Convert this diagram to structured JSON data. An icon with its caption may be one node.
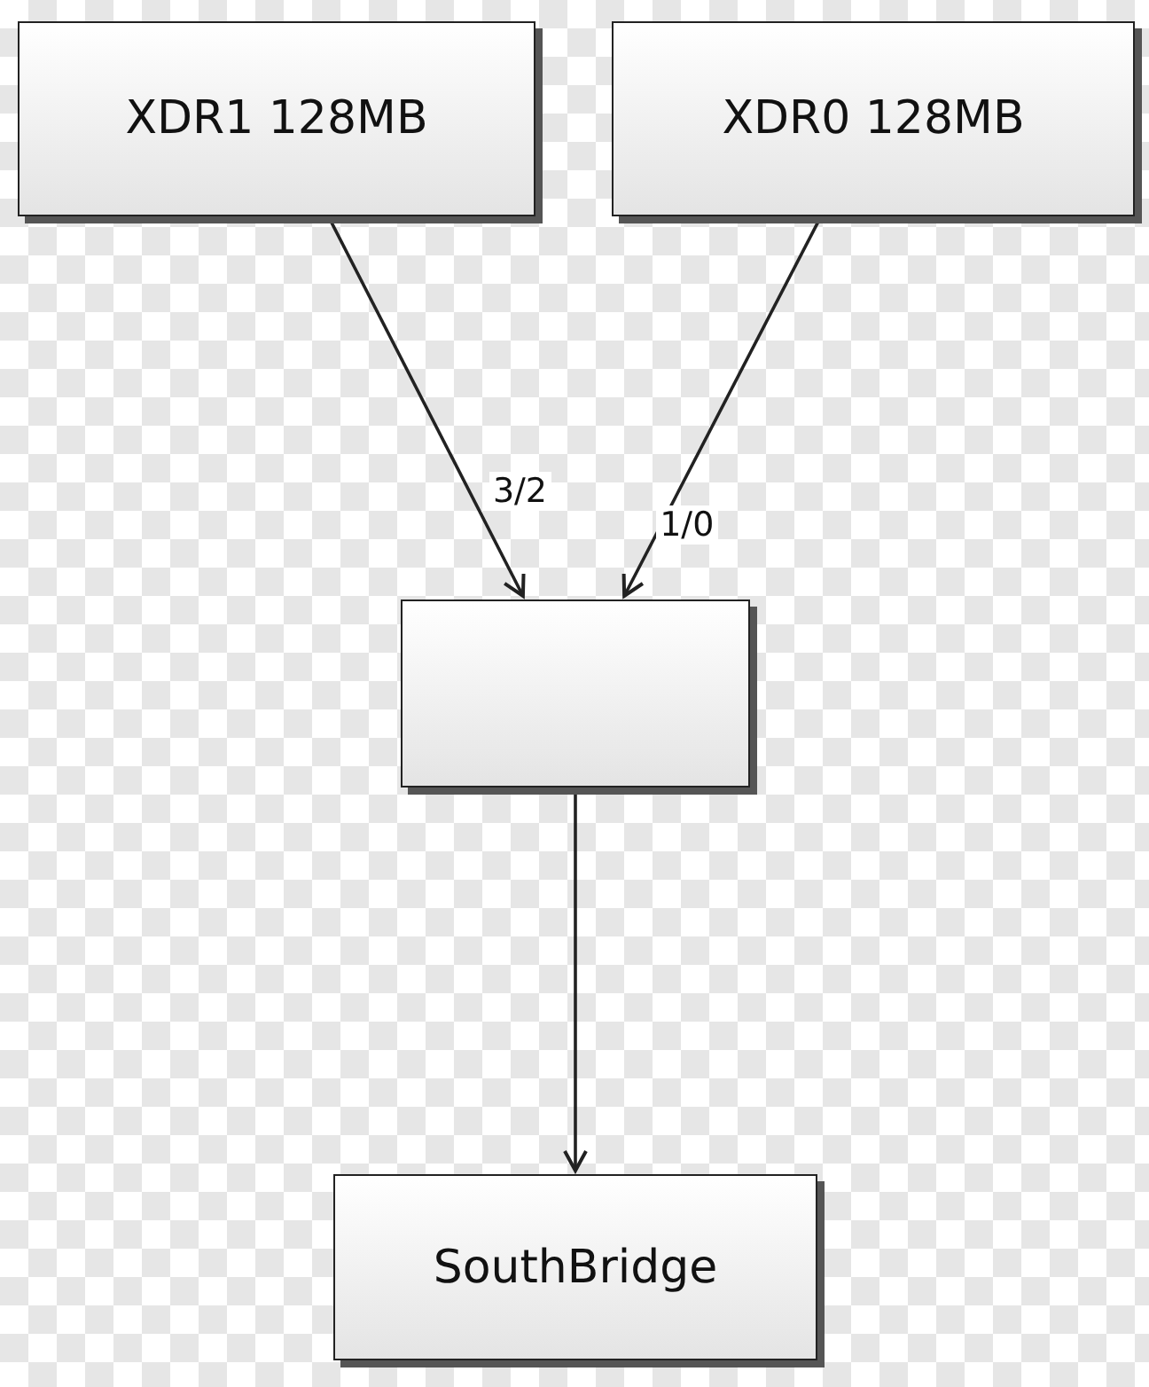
{
  "diagram": {
    "nodes": [
      {
        "text": [
          "XDR1 128MB"
        ]
      },
      {
        "text": [
          "XDR0 128MB"
        ]
      },
      {
        "text": [],
        "shape": "box"
      },
      {
        "text": [
          "SouthBridge"
        ]
      }
    ],
    "edges": [
      {
        "from": 0,
        "to": 2,
        "arrow": "to",
        "label": "3/2"
      },
      {
        "from": 1,
        "to": 2,
        "arrow": "to",
        "label": "1/0"
      },
      {
        "from": 2,
        "to": 3,
        "arrow": "to"
      }
    ]
  }
}
